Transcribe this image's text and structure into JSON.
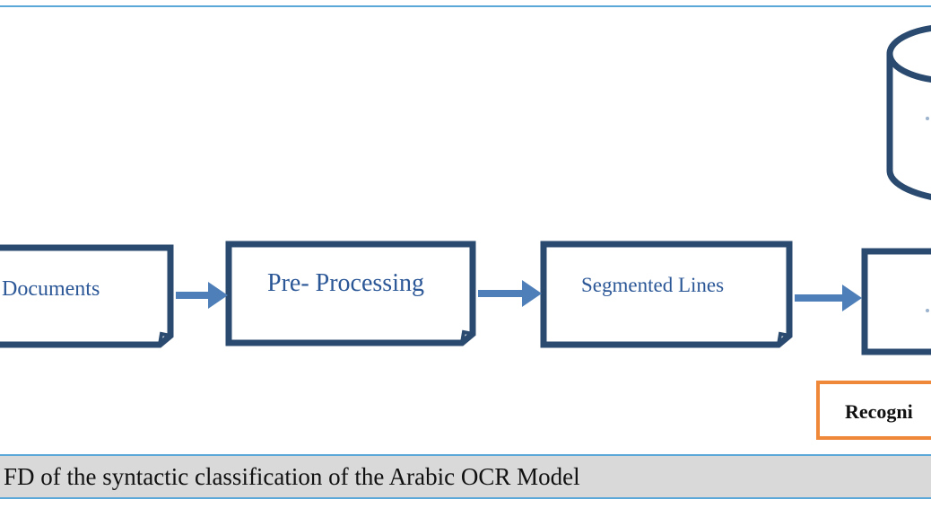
{
  "nodes": {
    "documents": "Documents",
    "preprocessing": "Pre- Processing",
    "segmented_lines": "Segmented Lines",
    "recognition": "Recogni"
  },
  "caption": "FD  of the syntactic classification of the Arabic OCR Model",
  "colors": {
    "box_border": "#2b4a6f",
    "box_text": "#2b5797",
    "arrow": "#4f7fb8",
    "database": "#2b4a6f",
    "recognition_border": "#f0883a",
    "frame_line": "#5aa8d8",
    "caption_bg": "#d9d9d9"
  }
}
